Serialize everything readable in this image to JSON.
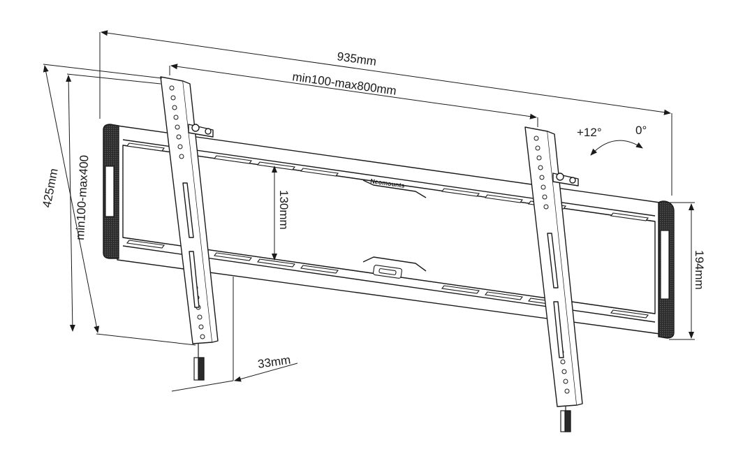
{
  "dimensions": {
    "total_width": "935mm",
    "vesa_width": "min100-max800mm",
    "bracket_height": "425mm",
    "vesa_height": "min100-max400",
    "plate_height": "130mm",
    "rail_height": "194mm",
    "wall_distance": "33mm"
  },
  "tilt": {
    "forward": "+12°",
    "neutral": "0°"
  },
  "brand": "Neomounts",
  "colors": {
    "line": "#1a1a1a",
    "fill": "#ffffff",
    "grip": "#333333"
  }
}
